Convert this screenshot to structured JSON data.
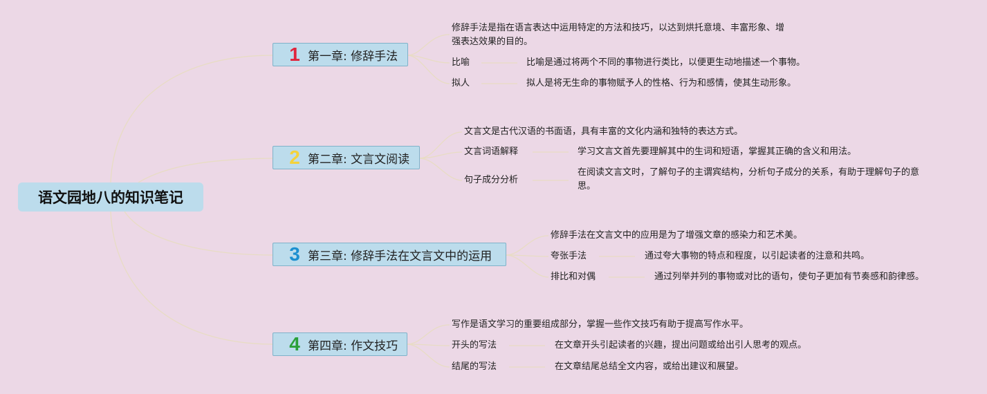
{
  "root": {
    "title": "语文园地八的知识笔记"
  },
  "chapters": [
    {
      "num": "1",
      "num_color": "#e0243c",
      "title": "第一章: 修辞手法",
      "intro": "修辞手法是指在语言表达中运用特定的方法和技巧，以达到烘托意境、丰富形象、增强表达效果的目的。",
      "items": [
        {
          "term": "比喻",
          "desc": "比喻是通过将两个不同的事物进行类比，以便更生动地描述一个事物。"
        },
        {
          "term": "拟人",
          "desc": "拟人是将无生命的事物赋予人的性格、行为和感情，使其生动形象。"
        }
      ]
    },
    {
      "num": "2",
      "num_color": "#f4d23a",
      "title": "第二章: 文言文阅读",
      "intro": "文言文是古代汉语的书面语，具有丰富的文化内涵和独特的表达方式。",
      "items": [
        {
          "term": "文言词语解释",
          "desc": "学习文言文首先要理解其中的生词和短语，掌握其正确的含义和用法。"
        },
        {
          "term": "句子成分分析",
          "desc": "在阅读文言文时，了解句子的主谓宾结构，分析句子成分的关系，有助于理解句子的意思。"
        }
      ]
    },
    {
      "num": "3",
      "num_color": "#1c8fd0",
      "title": "第三章: 修辞手法在文言文中的运用",
      "intro": "修辞手法在文言文中的应用是为了增强文章的感染力和艺术美。",
      "items": [
        {
          "term": "夸张手法",
          "desc": "通过夸大事物的特点和程度，以引起读者的注意和共鸣。"
        },
        {
          "term": "排比和对偶",
          "desc": "通过列举并列的事物或对比的语句，使句子更加有节奏感和韵律感。"
        }
      ]
    },
    {
      "num": "4",
      "num_color": "#2ca03a",
      "title": "第四章: 作文技巧",
      "intro": "写作是语文学习的重要组成部分，掌握一些作文技巧有助于提高写作水平。",
      "items": [
        {
          "term": "开头的写法",
          "desc": "在文章开头引起读者的兴趣，提出问题或给出引人思考的观点。"
        },
        {
          "term": "结尾的写法",
          "desc": "在文章结尾总结全文内容，或给出建议和展望。"
        }
      ]
    }
  ],
  "colors": {
    "background": "#ecd8e6",
    "node_fill": "#bcdcec",
    "connector": "#e8dcc4"
  }
}
